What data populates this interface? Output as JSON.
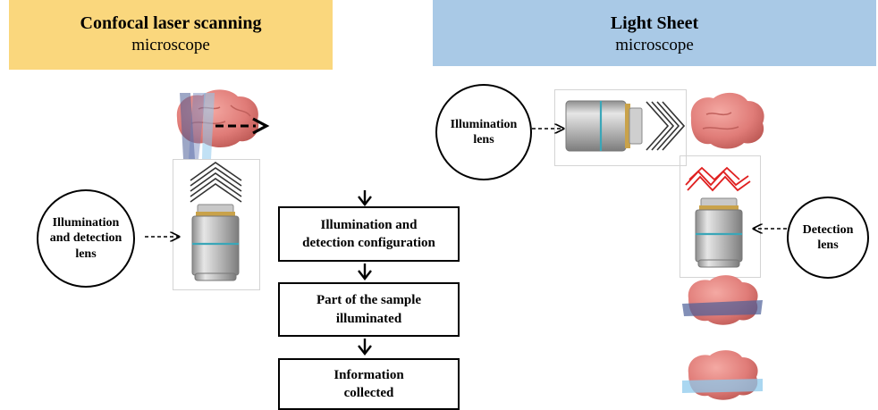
{
  "colors": {
    "left_header_bg": "#fad77d",
    "right_header_bg": "#a9c9e6",
    "brain": "#e07c78",
    "light_sheet_dark": "#4d5f98",
    "light_sheet_light": "#8ec9ec",
    "detection_wave": "#e02020"
  },
  "left": {
    "title": "Confocal laser scanning",
    "subtitle": "microscope",
    "circle_label": "Illumination and detection lens"
  },
  "right": {
    "title": "Light Sheet",
    "subtitle": "microscope",
    "illumination_label": "Illumination lens",
    "detection_label": "Detection lens"
  },
  "flow": {
    "box1": "Illumination and detection configuration",
    "box2": "Part of the sample illuminated",
    "box3": "Information collected"
  },
  "icons": [
    "objective-lens-icon",
    "brain-sample-icon",
    "dashed-arrow-icon",
    "down-arrow-icon",
    "light-wave-icon"
  ]
}
